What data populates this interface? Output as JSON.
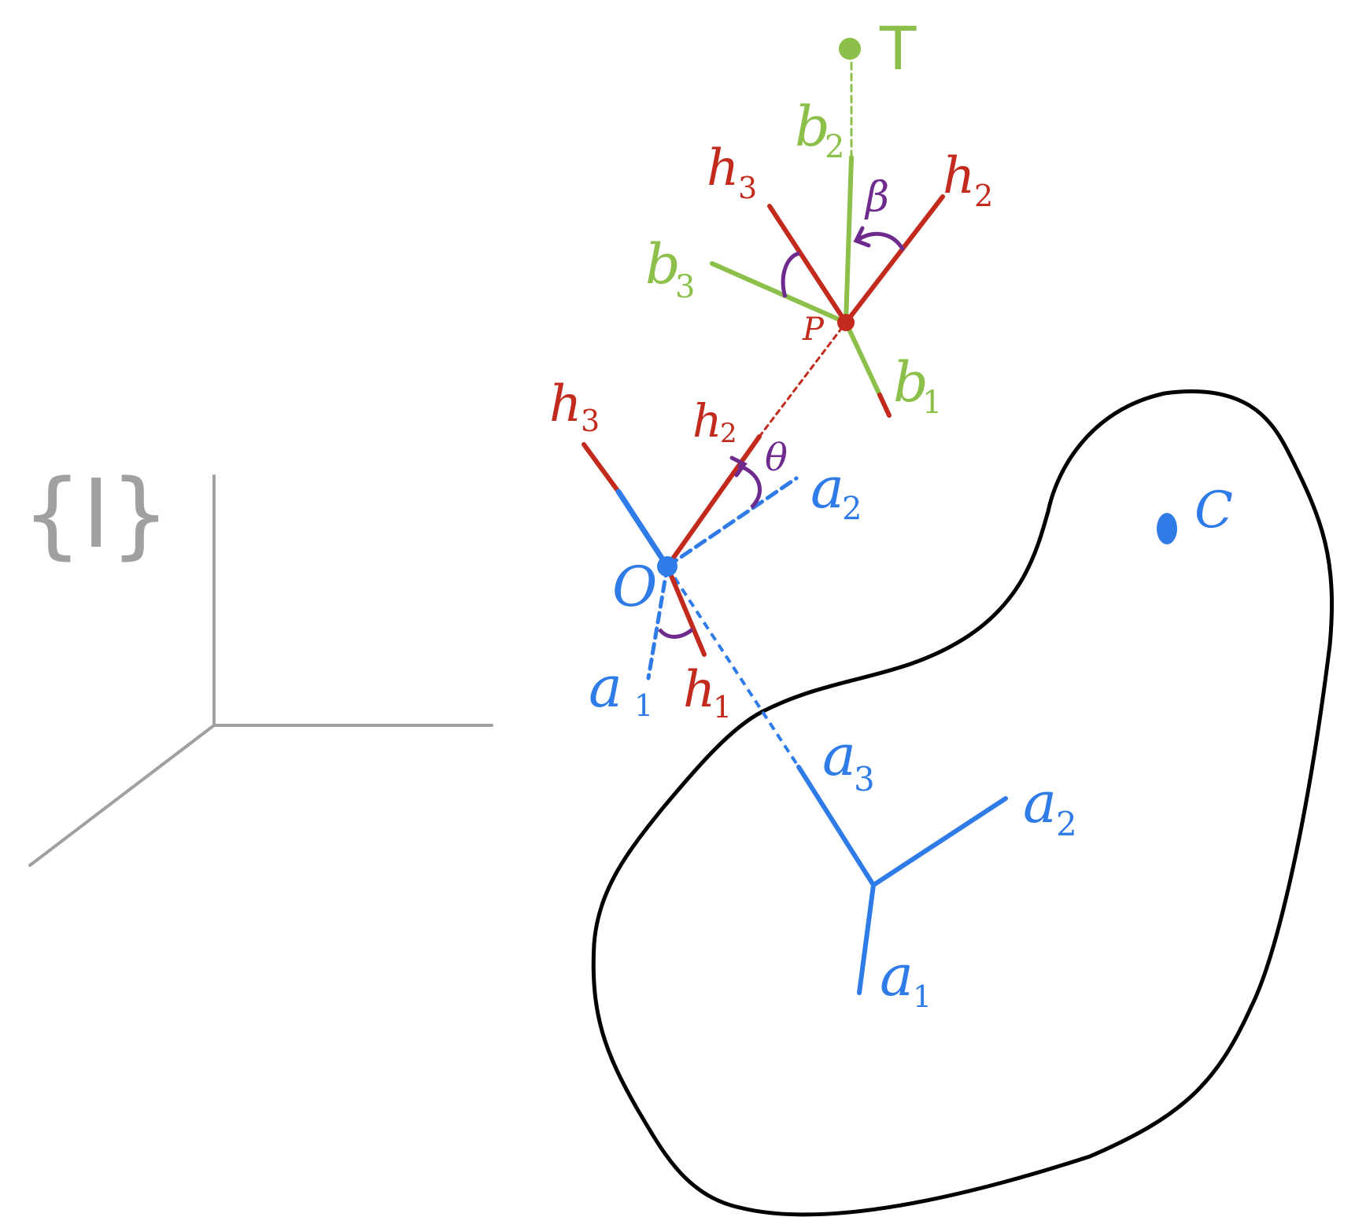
{
  "colors": {
    "blue": "#2f7be8",
    "red": "#c22a1e",
    "green": "#8cc04a",
    "purple": "#6e2a8c",
    "gray": "#a0a0a0",
    "black": "#000000"
  },
  "frame_label": "{I}",
  "points": {
    "T": "T",
    "P": "P",
    "O": "O",
    "C": "C"
  },
  "labels": {
    "b1": {
      "base": "b",
      "sub": "1"
    },
    "b2": {
      "base": "b",
      "sub": "2"
    },
    "b3": {
      "base": "b",
      "sub": "3"
    },
    "h2_top": {
      "base": "h",
      "sub": "2"
    },
    "h3_top": {
      "base": "h",
      "sub": "3"
    },
    "h1_mid": {
      "base": "h",
      "sub": "1"
    },
    "h2_mid": {
      "base": "h",
      "sub": "2"
    },
    "h3_mid": {
      "base": "h",
      "sub": "3"
    },
    "a1_left": {
      "base": "a",
      "sub": "1"
    },
    "a2_mid": {
      "base": "a",
      "sub": "2"
    },
    "a3": {
      "base": "a",
      "sub": "3"
    },
    "a2_body": {
      "base": "a",
      "sub": "2"
    },
    "a1_body": {
      "base": "a",
      "sub": "1"
    }
  },
  "angles": {
    "beta": "β",
    "theta": "θ"
  }
}
